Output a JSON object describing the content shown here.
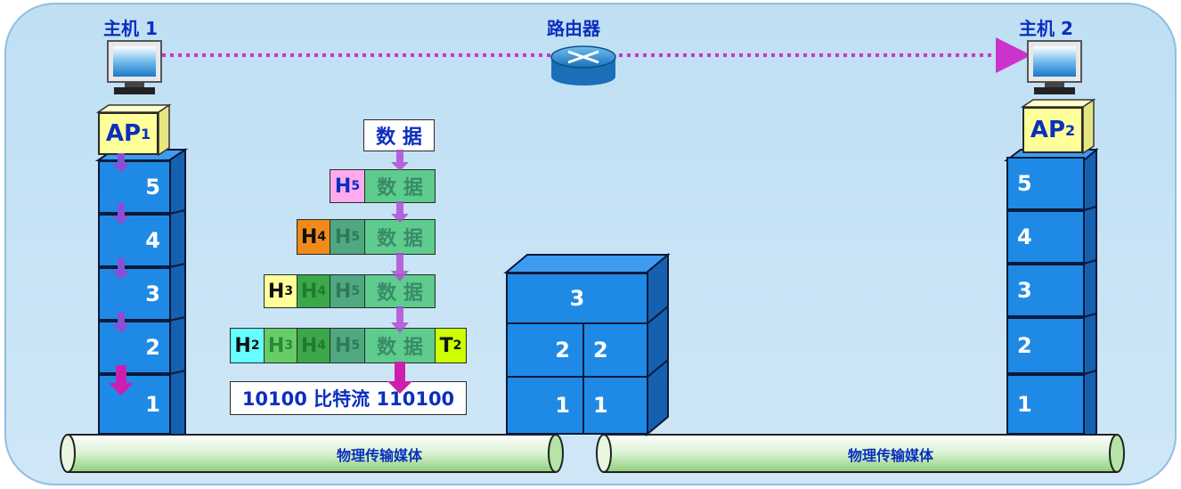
{
  "hosts": {
    "host1": "主机 1",
    "host2": "主机 2",
    "router": "路由器"
  },
  "stack_left": {
    "ap": "AP",
    "ap_sub": "1",
    "layers": [
      "5",
      "4",
      "3",
      "2",
      "1"
    ]
  },
  "stack_right": {
    "ap": "AP",
    "ap_sub": "2",
    "layers": [
      "5",
      "4",
      "3",
      "2",
      "1"
    ]
  },
  "router_stack": {
    "top": "3",
    "mid_left": "2",
    "mid_right": "2",
    "bot_left": "1",
    "bot_right": "1"
  },
  "encap": {
    "data": "数 据",
    "h": "H",
    "sub5": "5",
    "sub4": "4",
    "sub3": "3",
    "sub2": "2",
    "t": "T",
    "bitstream": "10100 比特流 110100"
  },
  "media": {
    "left": "物理传输媒体",
    "right": "物理传输媒体"
  },
  "colors": {
    "background": "#c9e4f5",
    "layer": "#1f8ae6",
    "arrow": "#cc33cc",
    "ap": "#ffff99"
  }
}
